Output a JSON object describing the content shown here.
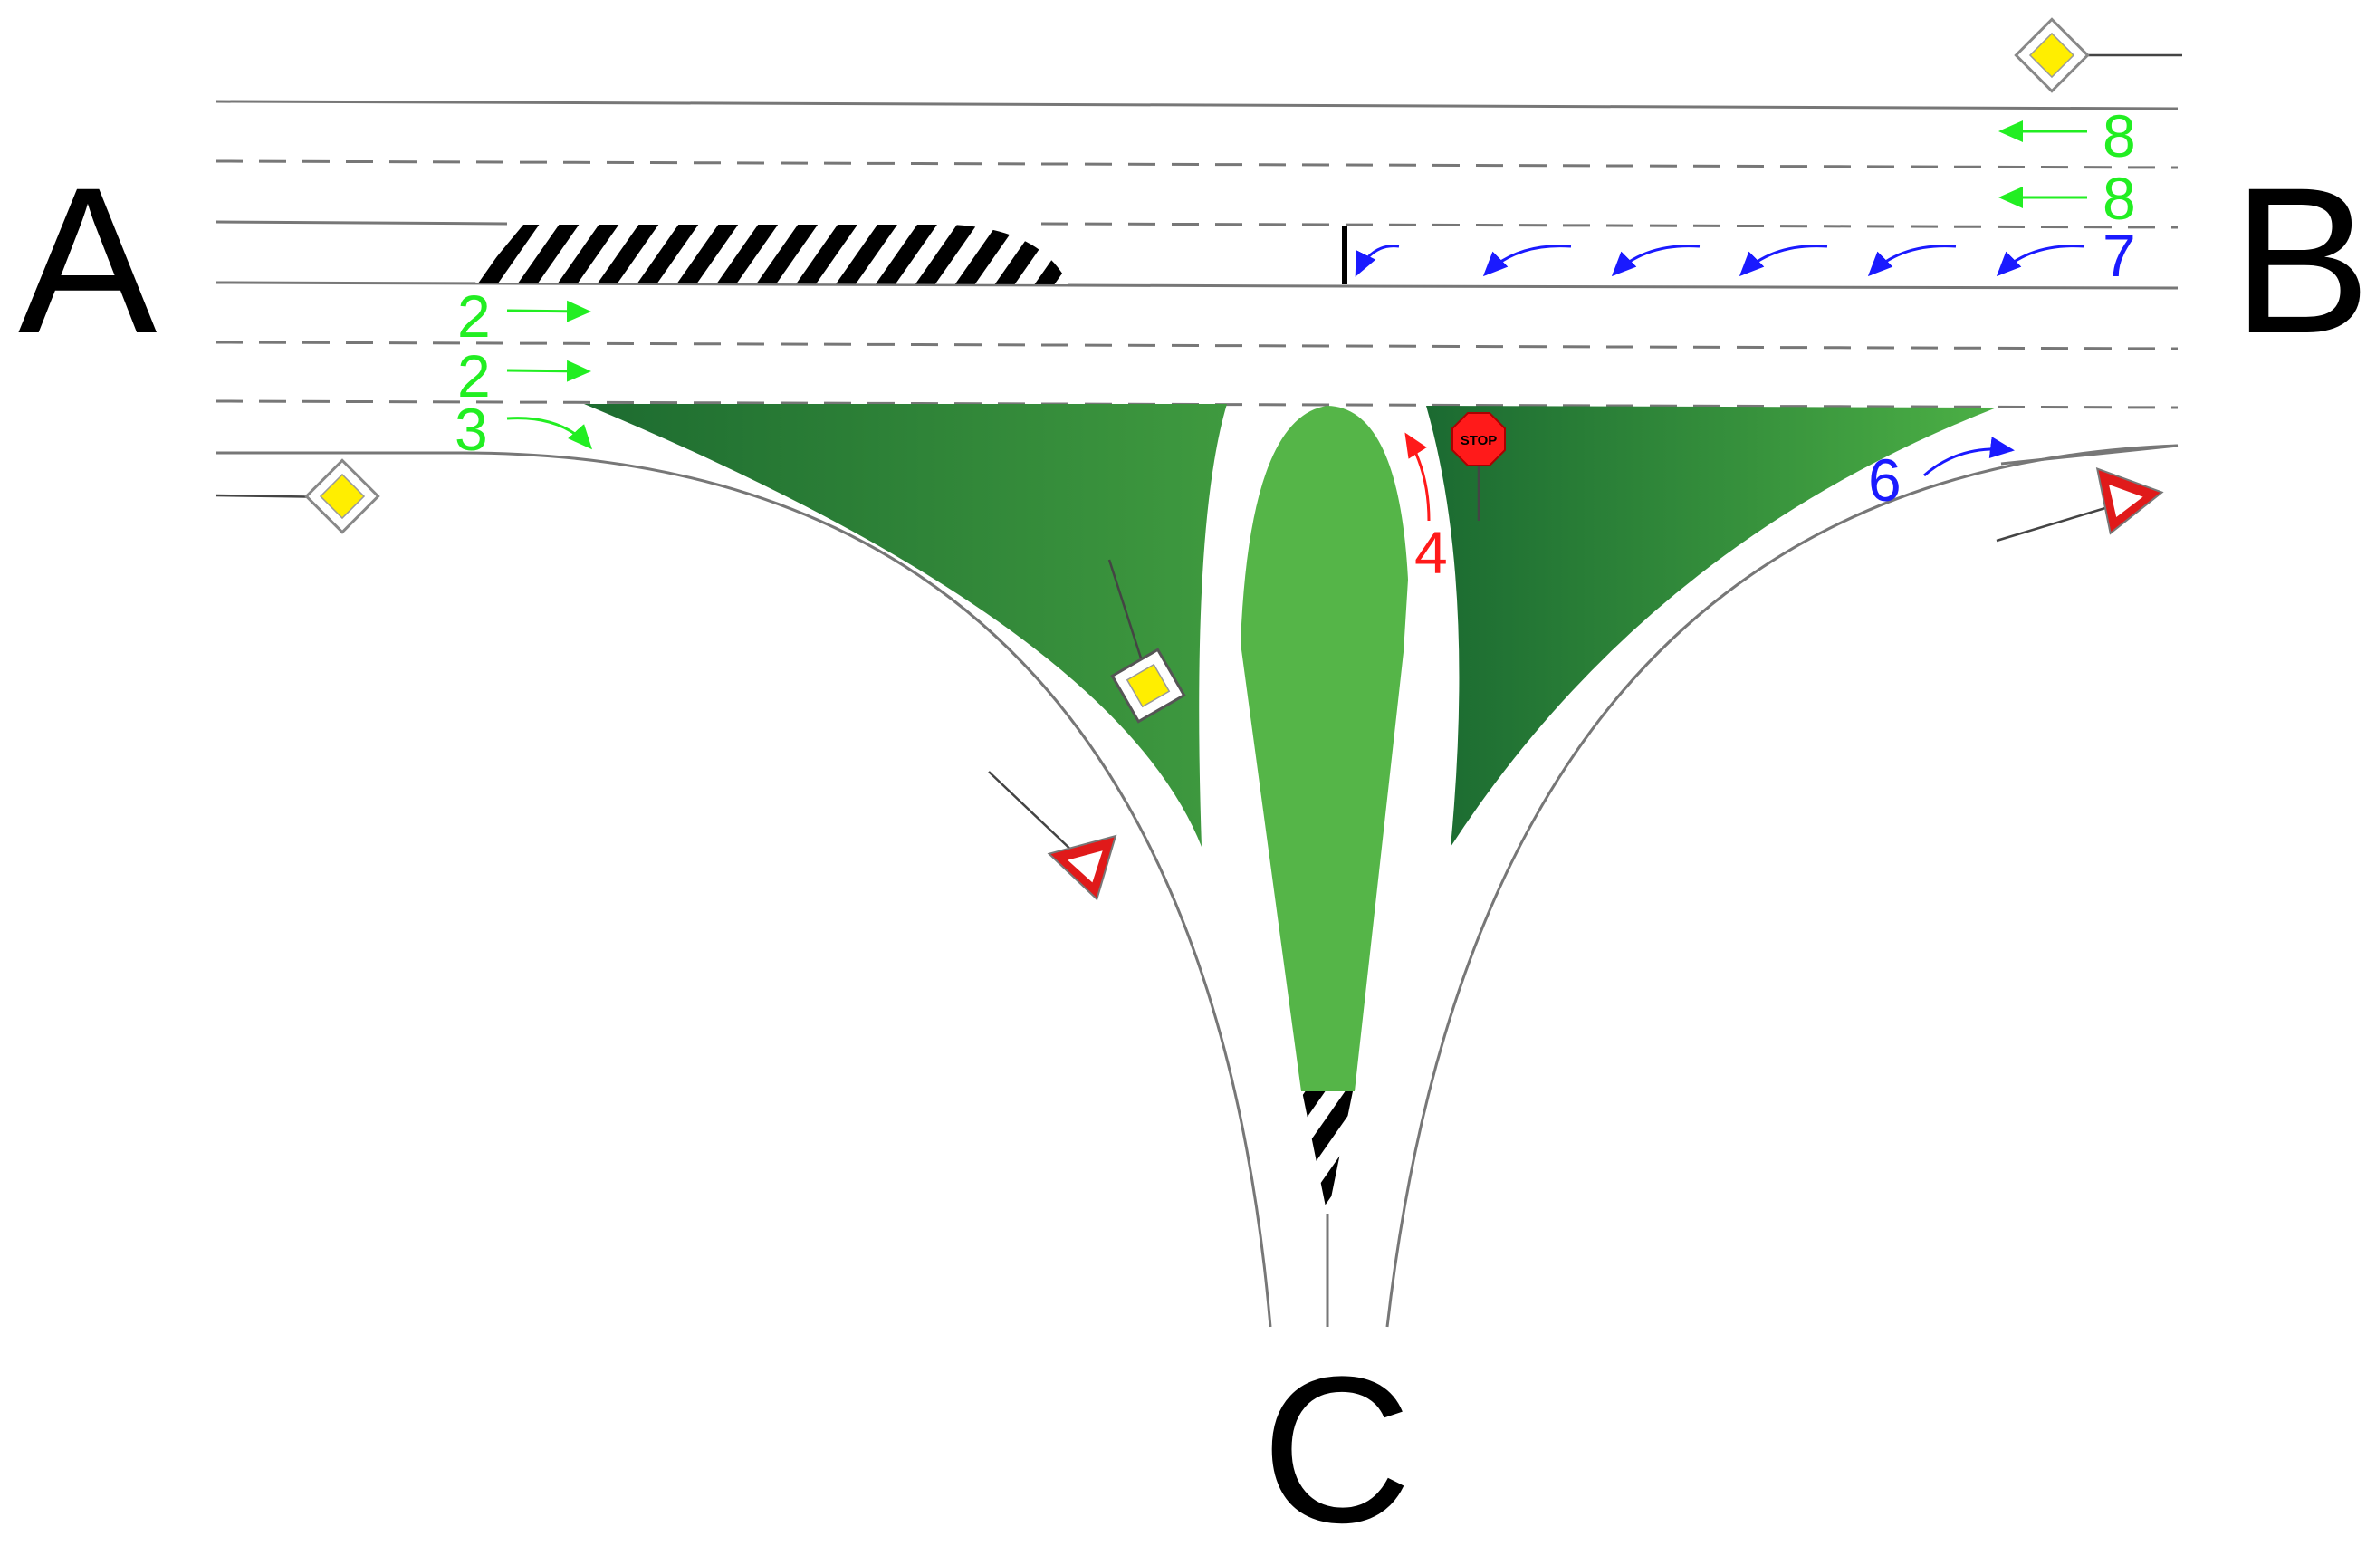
{
  "diagram": {
    "labels": {
      "a": "A",
      "b": "B",
      "c": "C"
    },
    "lane_numbers": {
      "a_through_1": "2",
      "a_through_2": "2",
      "a_right_turn": "3",
      "c_left_turn": "4",
      "c_right_turn": "6",
      "b_left_turn": "7",
      "b_through_1": "8",
      "b_through_2": "8"
    },
    "stop_sign_text": "STOP",
    "colors": {
      "lanes_green": "#22ee22",
      "lanes_blue": "#1a1aff",
      "lanes_red": "#ff1a1a",
      "island_green_dark": "#1e6e33",
      "island_green_light": "#55b548",
      "priority_sign_yellow": "#ffee00",
      "yield_sign_red": "#e01a1a"
    },
    "signs": [
      "priority-road-sign",
      "priority-road-sign",
      "priority-road-sign",
      "yield-sign",
      "yield-sign",
      "stop-sign"
    ]
  }
}
